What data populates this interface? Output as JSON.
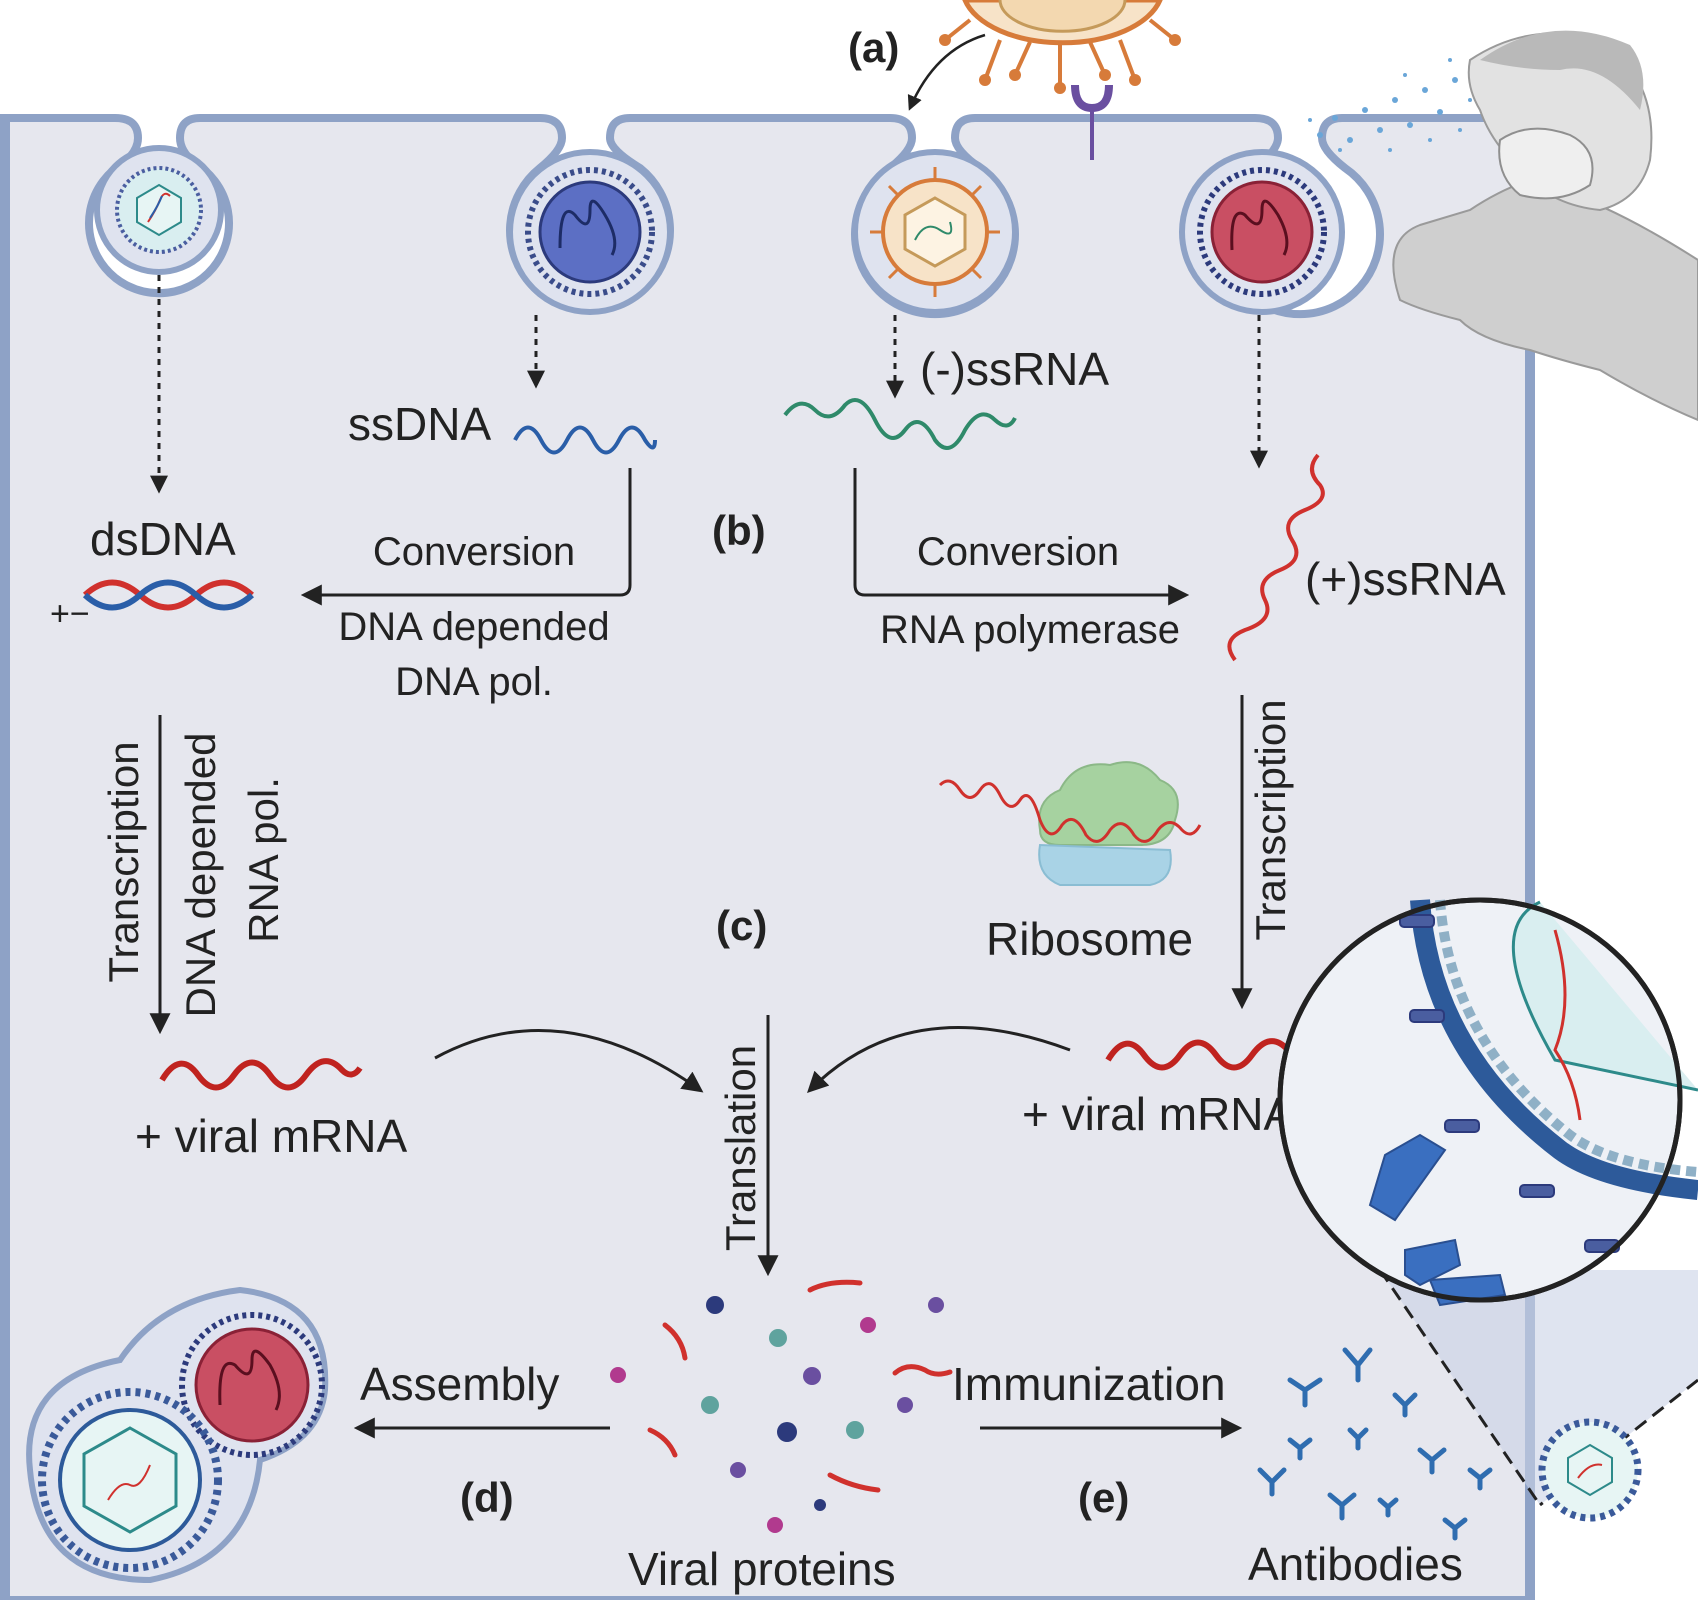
{
  "stage_labels": {
    "a": "(a)",
    "b": "(b)",
    "c": "(c)",
    "d": "(d)",
    "e": "(e)"
  },
  "genomes": {
    "ssdna": "ssDNA",
    "neg_ssrna": "(-)ssRNA",
    "dsdna": "dsDNA",
    "pos_ssrna": "(+)ssRNA",
    "dsdna_strand_signs": "+−"
  },
  "conversion_left": {
    "title": "Conversion",
    "enzyme_line1": "DNA depended",
    "enzyme_line2": "DNA pol."
  },
  "conversion_right": {
    "title": "Conversion",
    "enzyme": "RNA polymerase"
  },
  "transcription_left": {
    "title": "Transcription",
    "enzyme_line1": "DNA depended",
    "enzyme_line2": "RNA pol."
  },
  "transcription_right": {
    "title": "Transcription"
  },
  "ribosome": "Ribosome",
  "mrna_left": "+ viral mRNA",
  "mrna_right": "+ viral mRNA",
  "translation": "Translation",
  "assembly": "Assembly",
  "immunization": "Immunization",
  "viral_proteins": "Viral proteins",
  "antibodies": "Antibodies",
  "colors": {
    "cell_fill": "#e6e7ee",
    "membrane": "#8ea2c6",
    "dna_red": "#d0312d",
    "dna_blue": "#2a5ea8",
    "neg_rna_green": "#2f8a6a",
    "virion_orange": "#d77b3a",
    "capsid_red": "#c94f63",
    "capsid_blue": "#5c6fc4",
    "antibody_blue": "#2f6db0",
    "ribosome_green": "#a6d2a0",
    "ribosome_blue": "#a9d3e6"
  }
}
